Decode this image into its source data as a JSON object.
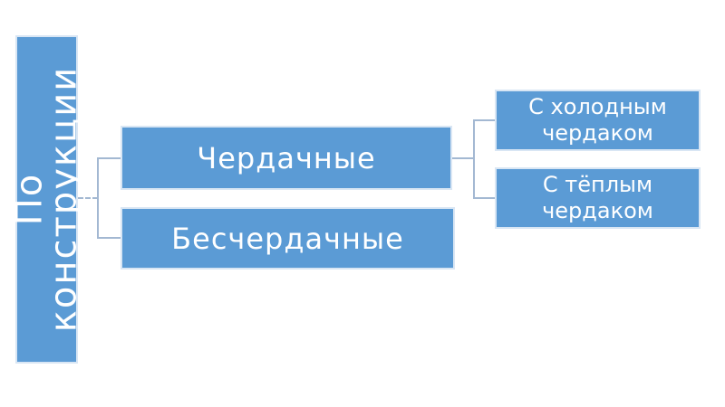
{
  "slide": {
    "diagram": {
      "type": "hierarchy",
      "colors": {
        "node_fill": "#5b9bd5",
        "node_border": "#d9e6f4",
        "node_text": "#ffffff",
        "connector": "#a3b8d2"
      },
      "root": {
        "label": "По конструкции",
        "line1": "По",
        "line2": "конструкции"
      },
      "level1": [
        {
          "label": "Чердачные"
        },
        {
          "label": "Бесчердачные"
        }
      ],
      "level2": [
        {
          "label": "С холодным чердаком",
          "parent": "Чердачные"
        },
        {
          "label": "С тёплым чердаком",
          "parent": "Чердачные"
        }
      ]
    }
  }
}
